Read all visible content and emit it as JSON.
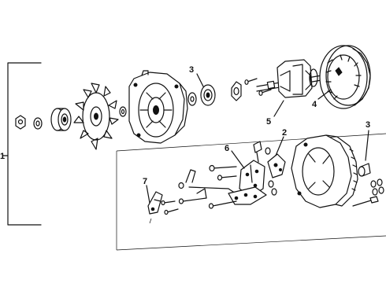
{
  "diagram": {
    "callouts": {
      "assembly": "1",
      "rectifier": "2",
      "bearing": "3",
      "bushing": "3",
      "stator": "4",
      "rotor": "5",
      "regulator": "6",
      "brush_holder": "7"
    }
  }
}
